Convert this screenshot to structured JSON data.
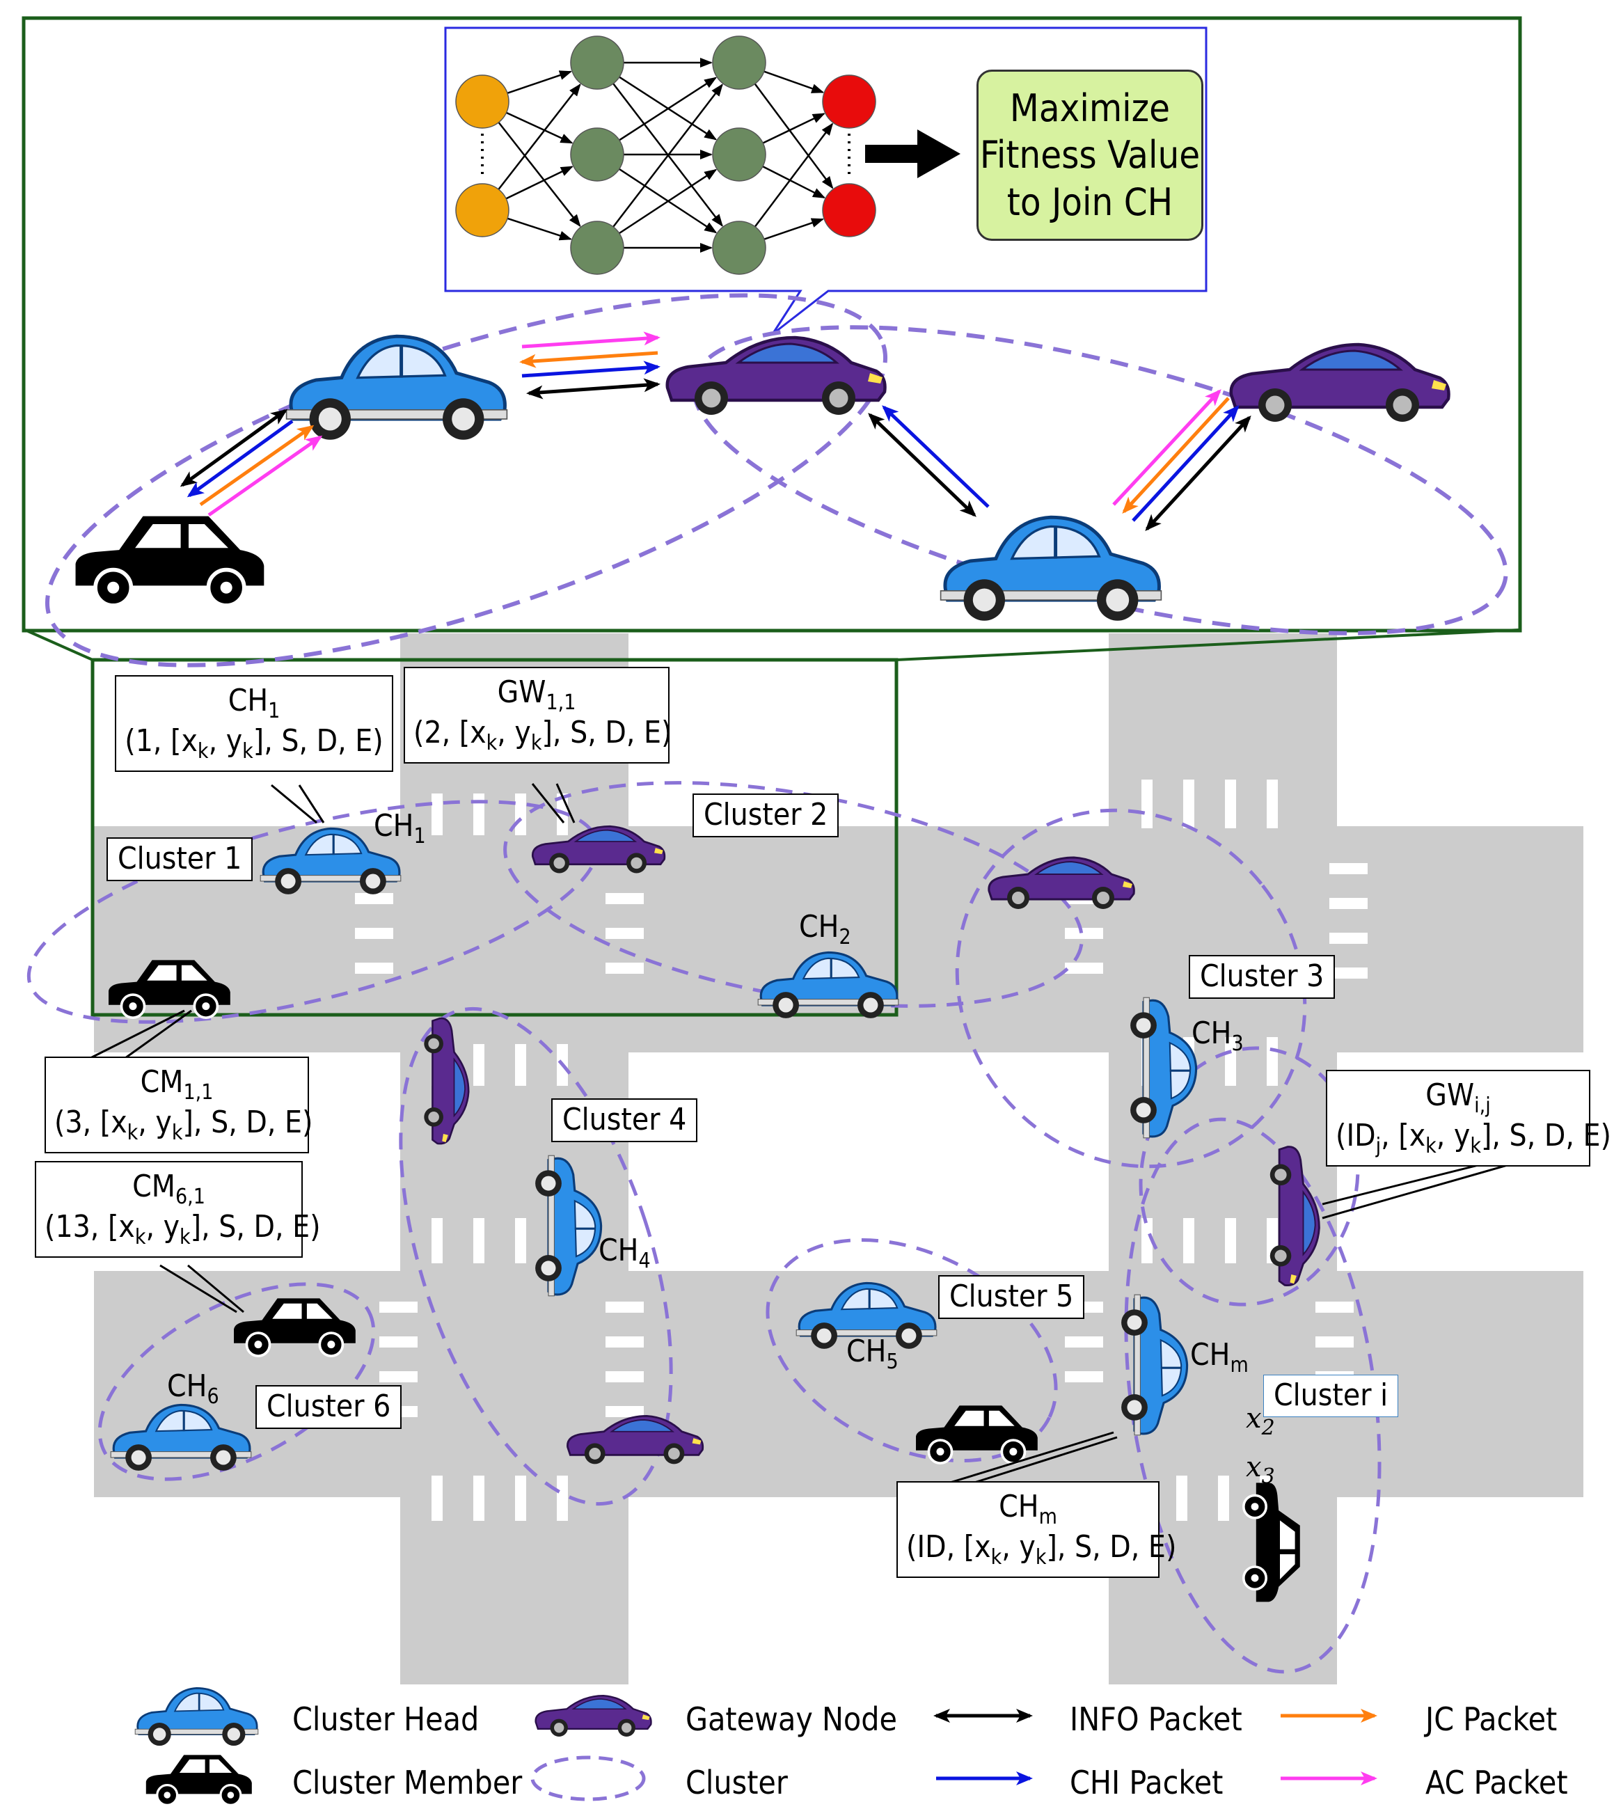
{
  "fitness_box": [
    "Maximize",
    "Fitness Value",
    "to Join CH"
  ],
  "clusters": {
    "c1": "Cluster 1",
    "c2": "Cluster 2",
    "c3": "Cluster 3",
    "c4": "Cluster 4",
    "c5": "Cluster 5",
    "c6": "Cluster 6",
    "ci": "Cluster i"
  },
  "callouts": {
    "ch1": {
      "name": "CH",
      "sub": "1",
      "fields": "(1, [x<sub>k</sub>, y<sub>k</sub>], S, D, E)"
    },
    "gw11": {
      "name": "GW",
      "sub": "1,1",
      "fields": "(2, [x<sub>k</sub>, y<sub>k</sub>], S, D, E)"
    },
    "cm11": {
      "name": "CM",
      "sub": "1,1",
      "fields": "(3, [x<sub>k</sub>, y<sub>k</sub>], S, D, E)"
    },
    "cm61": {
      "name": "CM",
      "sub": "6,1",
      "fields": "(13, [x<sub>k</sub>, y<sub>k</sub>], S, D, E)"
    },
    "gwij": {
      "name": "GW",
      "sub": "i,j",
      "fields": "(ID<sub>j</sub>, [x<sub>k</sub>, y<sub>k</sub>], S, D, E)"
    },
    "chm": {
      "name": "CH",
      "sub": "m",
      "fields": "(ID, [x<sub>k</sub>, y<sub>k</sub>], S, D, E)"
    }
  },
  "node_labels": {
    "ch1": {
      "name": "CH",
      "sub": "1"
    },
    "ch2": {
      "name": "CH",
      "sub": "2"
    },
    "ch3": {
      "name": "CH",
      "sub": "3"
    },
    "ch4": {
      "name": "CH",
      "sub": "4"
    },
    "ch5": {
      "name": "CH",
      "sub": "5"
    },
    "ch6": {
      "name": "CH",
      "sub": "6"
    },
    "chm": {
      "name": "CH",
      "sub": "m"
    }
  },
  "math_labels": {
    "x2": "x",
    "x2_sub": "2",
    "x3": "x",
    "x3_sub": "3"
  },
  "legend": {
    "cluster_head": "Cluster Head",
    "cluster_member": "Cluster Member",
    "gateway_node": "Gateway Node",
    "cluster": "Cluster",
    "info_packet": "INFO Packet",
    "chi_packet": "CHI Packet",
    "jc_packet": "JC Packet",
    "ac_packet": "AC Packet"
  },
  "colors": {
    "road": "#cccccc",
    "cluster_head": "#2c8fe8",
    "gateway": "#5a2a8f",
    "member": "#000000",
    "cluster_border": "#8a73d6",
    "info": "#000000",
    "chi": "#0a14e0",
    "jc": "#ff7f0e",
    "ac": "#ff3df0",
    "nn_input": "#f0a20a",
    "nn_hidden": "#6b8a60",
    "nn_output": "#e80c0c",
    "zoom_frame": "#1b5e1b",
    "nn_frame": "#2a2ae0",
    "fitness_fill": "#d7f2a0"
  }
}
